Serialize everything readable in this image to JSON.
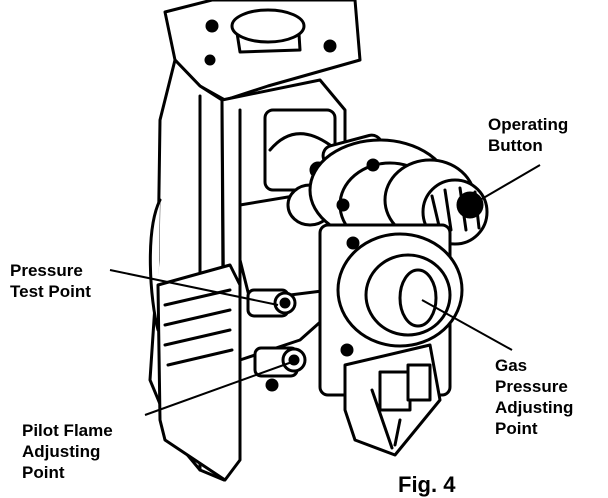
{
  "labels": {
    "operating_button": [
      "Operating",
      "Button"
    ],
    "pressure_test_point": [
      "Pressure",
      "Test Point"
    ],
    "gas_pressure_adjusting_point": [
      "Gas",
      "Pressure",
      "Adjusting",
      "Point"
    ],
    "pilot_flame_adjusting_point": [
      "Pilot Flame",
      "Adjusting",
      "Point"
    ]
  },
  "caption": "Fig. 4",
  "colors": {
    "ink": "#000000",
    "paper": "#ffffff"
  }
}
